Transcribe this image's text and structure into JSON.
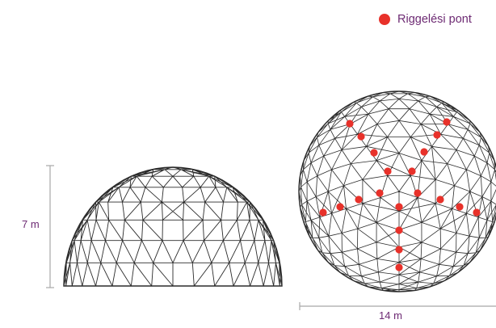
{
  "legend": {
    "label": "Riggelési pont",
    "dot_color": "#e8312a",
    "text_color": "#6d2a73"
  },
  "dimensions": {
    "height_label": "7 m",
    "width_label": "14 m",
    "label_color": "#6d2a73",
    "line_color": "#a8a8a8"
  },
  "colors": {
    "wire": "#2b2b2b",
    "rig_point": "#e8312a"
  },
  "figures": [
    {
      "kind": "dome-side-view",
      "description_label": ""
    },
    {
      "kind": "dome-top-view-with-rigging-points"
    }
  ]
}
